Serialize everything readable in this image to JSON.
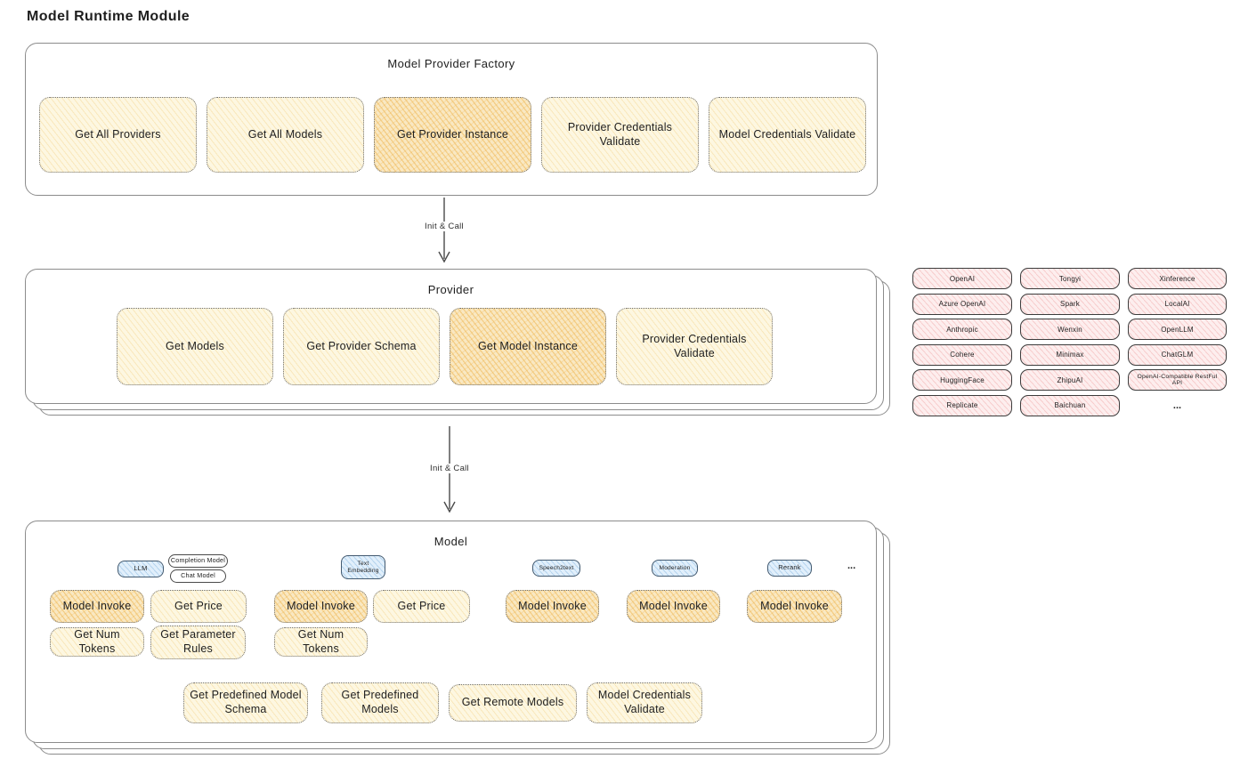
{
  "page": {
    "title": "Model Runtime Module"
  },
  "colors": {
    "ink": "#1e1e1e",
    "container_border": "#8c8c8c",
    "fill_yellow": "#fdf7e1",
    "accent_yellow": "#f2cd7e",
    "fill_orange": "#f9e8c2",
    "accent_orange": "#eeb24a",
    "fill_pink": "#fdeeee",
    "accent_pink": "#ef9f9f",
    "fill_blue": "#e1effb",
    "accent_blue": "#7fb3de",
    "arrow": "#4a4a4a"
  },
  "factory": {
    "title": "Model Provider Factory",
    "items": [
      {
        "label": "Get All Providers",
        "highlighted": false
      },
      {
        "label": "Get All Models",
        "highlighted": false
      },
      {
        "label": "Get Provider Instance",
        "highlighted": true
      },
      {
        "label": "Provider Credentials Validate",
        "highlighted": false
      },
      {
        "label": "Model Credentials Validate",
        "highlighted": false
      }
    ]
  },
  "arrows": {
    "factory_to_provider": "Init & Call",
    "provider_to_model": "Init & Call"
  },
  "provider": {
    "title": "Provider",
    "items": [
      {
        "label": "Get Models",
        "highlighted": false
      },
      {
        "label": "Get Provider Schema",
        "highlighted": false
      },
      {
        "label": "Get Model Instance",
        "highlighted": true
      },
      {
        "label": "Provider Credentials Validate",
        "highlighted": false
      }
    ]
  },
  "provider_list": {
    "columns": [
      [
        "OpenAI",
        "Azure OpenAI",
        "Anthropic",
        "Cohere",
        "HuggingFace",
        "Replicate"
      ],
      [
        "Tongyi",
        "Spark",
        "Wenxin",
        "Minimax",
        "ZhipuAI",
        "Baichuan"
      ],
      [
        "Xinference",
        "LocalAI",
        "OpenLLM",
        "ChatGLM",
        "OpenAI-Compatible RestFul API"
      ]
    ],
    "ellipsis": "..."
  },
  "model": {
    "title": "Model",
    "groups": [
      {
        "tags": [
          "LLM",
          "Completion Model",
          "Chat Model"
        ],
        "ops": [
          "Model Invoke",
          "Get Price",
          "Get Num Tokens",
          "Get Parameter Rules"
        ]
      },
      {
        "tags": [
          "Text Embedding"
        ],
        "ops": [
          "Model Invoke",
          "Get Price",
          "Get Num Tokens"
        ]
      },
      {
        "tags": [
          "Speech2text"
        ],
        "ops": [
          "Model Invoke"
        ]
      },
      {
        "tags": [
          "Moderation"
        ],
        "ops": [
          "Model Invoke"
        ]
      },
      {
        "tags": [
          "Rerank"
        ],
        "ops": [
          "Model Invoke"
        ]
      }
    ],
    "more": "...",
    "shared_ops": [
      "Get Predefined Model Schema",
      "Get Predefined Models",
      "Get Remote Models",
      "Model Credentials Validate"
    ]
  }
}
